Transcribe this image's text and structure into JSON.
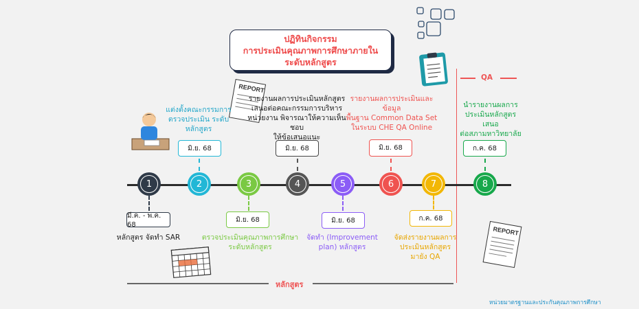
{
  "title": {
    "line1": "ปฏิทินกิจกรรม",
    "line2": "การประเมินคุณภาพการศึกษาภายใน",
    "line3": "ระดับหลักสูตร"
  },
  "report_label": "REPORT",
  "qa_label": "QA",
  "bottom_label": "หลักสูตร",
  "footer": "หน่วยมาตรฐานและประกันคุณภาพการศึกษา",
  "colors": {
    "n1": "#2f3a48",
    "n2": "#22b7d6",
    "n3": "#7ac943",
    "n4": "#555555",
    "n5": "#8b5cf6",
    "n6": "#ef5350",
    "n7": "#f2b705",
    "n8": "#17a84b"
  },
  "steps": [
    {
      "num": "1",
      "date": "มี.ค. - พ.ค. 68",
      "desc": [
        "หลักสูตร จัดทำ SAR"
      ]
    },
    {
      "num": "2",
      "date": "มิ.ย. 68",
      "desc": [
        "แต่งตั้งคณะกรรมการ",
        "ตรวจประเมิน ระดับ",
        "หลักสูตร"
      ]
    },
    {
      "num": "3",
      "date": "มิ.ย. 68",
      "desc": [
        "ตรวจประเมินคุณภาพการศึกษา",
        "ระดับหลักสูตร"
      ]
    },
    {
      "num": "4",
      "date": "มิ.ย. 68",
      "desc": [
        "รายงานผลการประเมินหลักสูตร",
        "เสนอต่อคณะกรรมการบริหาร",
        "หน่วยงาน พิจารณาให้ความเห็นชอบ",
        "ให้ข้อเสนอแนะ"
      ]
    },
    {
      "num": "5",
      "date": "มิ.ย. 68",
      "desc": [
        "จัดทำ (Improvement",
        "plan) หลักสูตร"
      ]
    },
    {
      "num": "6",
      "date": "มิ.ย. 68",
      "desc": [
        "รายงานผลการประเมินและข้อมูล",
        "พื้นฐาน Common Data Set",
        "ในระบบ CHE QA Online"
      ]
    },
    {
      "num": "7",
      "date": "ก.ค. 68",
      "desc": [
        "จัดส่งรายงานผลการ",
        "ประเมินหลักสูตร",
        "มายัง QA"
      ]
    },
    {
      "num": "8",
      "date": "ก.ค. 68",
      "desc": [
        "นำรายงานผลการ",
        "ประเมินหลักสูตร เสนอ",
        "ต่อสภามหาวิทยาลัย"
      ]
    }
  ]
}
